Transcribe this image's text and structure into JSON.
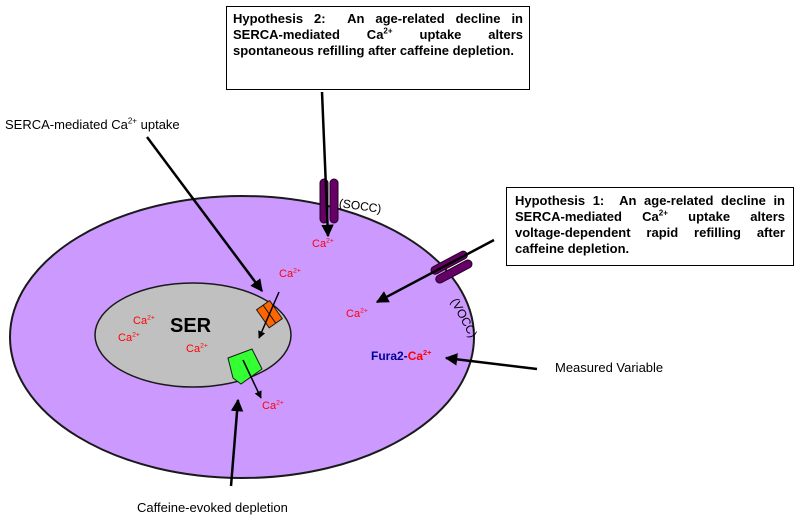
{
  "hypothesis2": {
    "title": "Hypothesis 2:",
    "text_before": "An age-related decline in SERCA-mediated Ca",
    "sup": "2+",
    "text_after": " uptake alters spontaneous refilling after caffeine depletion."
  },
  "hypothesis1": {
    "title": "Hypothesis 1:",
    "text_before": "An age-related decline in SERCA-mediated Ca",
    "sup": "2+",
    "text_after": " uptake alters voltage-dependent rapid refilling after caffeine depletion."
  },
  "labels": {
    "serca_uptake": {
      "before": "SERCA-mediated Ca",
      "sup": "2+",
      "after": " uptake"
    },
    "socc": "(SOCC)",
    "vocc": "(VOCC)",
    "ser": "SER",
    "fura_prefix": "Fura2-",
    "measured_variable": "Measured Variable",
    "caffeine_depletion": "Caffeine-evoked depletion"
  },
  "ion": {
    "symbol": "Ca",
    "charge": "2+"
  },
  "colors": {
    "cell_fill": "#cc99ff",
    "cell_stroke": "#1a1a1a",
    "ser_fill": "#c0c0c0",
    "channel_purple": "#660066",
    "serca_pump": "#ff6600",
    "caffeine_channel": "#33ff33",
    "calcium_text": "#ff0000",
    "fura_text": "#000099"
  }
}
